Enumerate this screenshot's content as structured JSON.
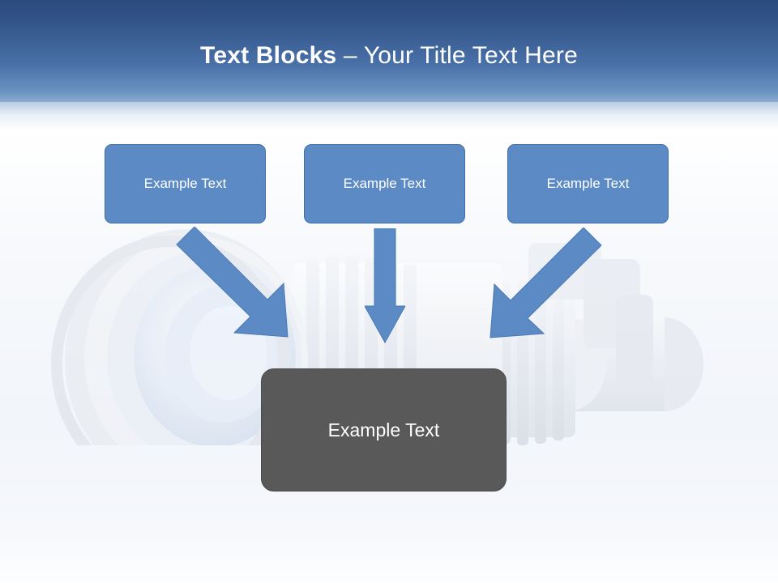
{
  "slide": {
    "title": {
      "strong": "Text Blocks",
      "separator": " – ",
      "light": "Your Title Text Here",
      "color": "#ffffff"
    },
    "background": {
      "header_color_top": "#2a4a7c",
      "header_color_bottom": "#9fbcd9",
      "body_color": "#f5f7fb"
    },
    "top_boxes": [
      {
        "label": "Example Text",
        "fill": "#5b8ac4",
        "text_color": "#ffffff"
      },
      {
        "label": "Example Text",
        "fill": "#5b8ac4",
        "text_color": "#ffffff"
      },
      {
        "label": "Example Text",
        "fill": "#5b8ac4",
        "text_color": "#ffffff"
      }
    ],
    "bottom_box": {
      "label": "Example Text",
      "fill": "#595959",
      "text_color": "#ffffff"
    },
    "arrows": {
      "color": "#5b8ac4",
      "outline": "#3f6ea8",
      "count": 3,
      "directions": [
        "down-right",
        "down",
        "down-left"
      ]
    },
    "watermark": {
      "name": "binocular-photo",
      "opacity": "0.55"
    }
  }
}
